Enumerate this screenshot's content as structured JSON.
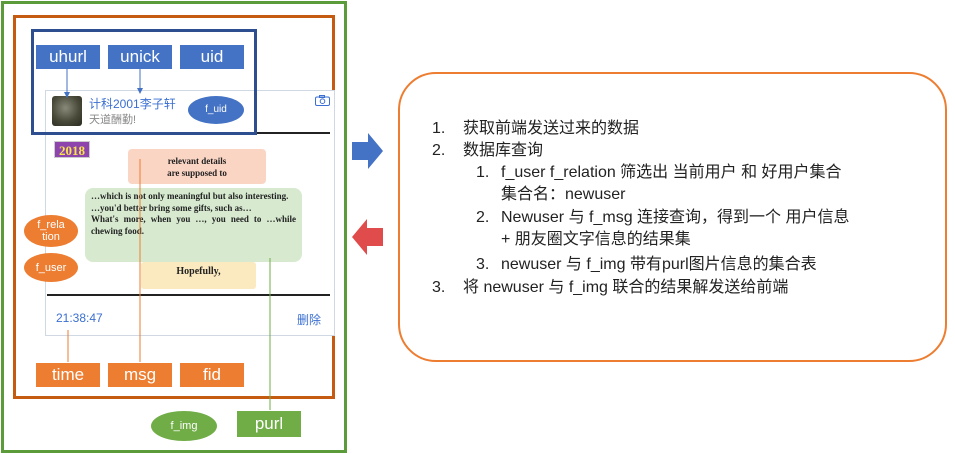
{
  "field_tags": {
    "uhurl": "uhurl",
    "unick": "unick",
    "uid": "uid",
    "f_uid": "f_uid",
    "f_relation": "f_rela\ntion",
    "f_user": "f_user",
    "time": "time",
    "msg": "msg",
    "fid": "fid",
    "f_img": "f_img",
    "purl": "purl"
  },
  "post": {
    "username": "计科2001李子轩",
    "signature": "天道酬勤!",
    "year": "2018",
    "bubble_top": [
      "relevant details",
      "are supposed to"
    ],
    "bubble_main": [
      "…which is not only meaningful but also interesting.",
      "…you'd better bring some gifts, such as…",
      "What's more, when you …, you need to …while chewing food."
    ],
    "bubble_bottom": "Hopefully,",
    "time": "21:38:47",
    "delete": "删除"
  },
  "steps": {
    "s1_num": "1.",
    "s1": "获取前端发送过来的数据",
    "s2_num": "2.",
    "s2": "数据库查询",
    "s2_1_num": "1.",
    "s2_1_line1": "f_user f_relation 筛选出 当前用户 和 好用户集合",
    "s2_1_line2": "集合名：newuser",
    "s2_2_num": "2.",
    "s2_2_line1": "Newuser 与 f_msg 连接查询，得到一个 用户信息",
    "s2_2_line2": "+ 朋友圈文字信息的结果集",
    "s2_3_num": "3.",
    "s2_3": "newuser 与 f_img 带有purl图片信息的集合表",
    "s3_num": "3.",
    "s3": "将 newuser 与 f_img 联合的结果解发送给前端"
  },
  "colors": {
    "arrow_right": "#4472c4",
    "arrow_left": "#e04b4b",
    "orange": "#ed7d31",
    "green": "#70ad47",
    "blue": "#4472c4"
  }
}
